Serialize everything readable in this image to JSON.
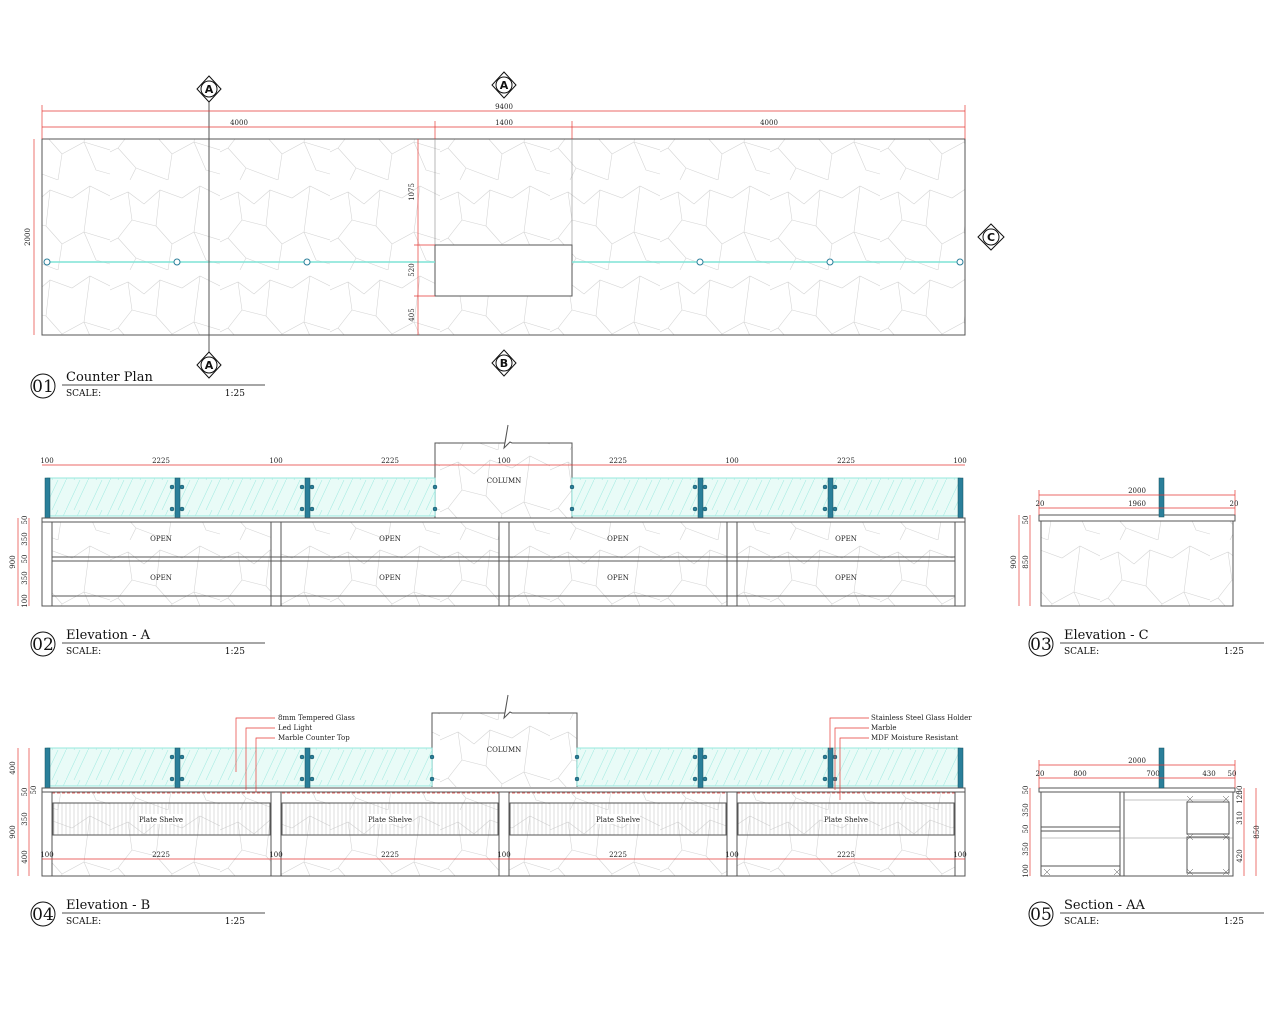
{
  "plan": {
    "title": "Counter Plan",
    "number": "01",
    "scale_label": "SCALE:",
    "scale": "1:25",
    "dims": {
      "total": "9400",
      "left": "4000",
      "middle": "1400",
      "right": "4000",
      "depth": "2000",
      "d1": "1075",
      "d2": "520",
      "d3": "405"
    },
    "markers": {
      "a_top_left": "A",
      "a_top_mid": "A",
      "a_bottom_left": "A",
      "b_bottom": "B",
      "c_right": "C"
    }
  },
  "elev_a": {
    "title": "Elevation - A",
    "number": "02",
    "scale_label": "SCALE:",
    "scale": "1:25",
    "top_dims": [
      "100",
      "2225",
      "100",
      "2225",
      "100",
      "2225",
      "100",
      "2225",
      "100"
    ],
    "side_dims": [
      "50",
      "350",
      "50",
      "350",
      "100"
    ],
    "height": "900",
    "column": "COLUMN",
    "cells": [
      "OPEN",
      "OPEN",
      "OPEN",
      "OPEN",
      "OPEN",
      "OPEN",
      "OPEN",
      "OPEN"
    ]
  },
  "elev_c": {
    "title": "Elevation - C",
    "number": "03",
    "scale_label": "SCALE:",
    "scale": "1:25",
    "dims": {
      "total": "2000",
      "left": "20",
      "mid": "1960",
      "right": "20",
      "h_top": "50",
      "h_body": "850",
      "height": "900"
    }
  },
  "elev_b": {
    "title": "Elevation - B",
    "number": "04",
    "scale_label": "SCALE:",
    "scale": "1:25",
    "column": "COLUMN",
    "callouts_left": [
      "8mm Tempered Glass",
      "Led Light",
      "Marble Counter Top"
    ],
    "callouts_right": [
      "Stainless Steel Glass Holder",
      "Marble",
      "MDF Moisture Resistant"
    ],
    "shelves": [
      "Plate Shelve",
      "Plate Shelve",
      "Plate Shelve",
      "Plate Shelve"
    ],
    "bottom_dims": [
      "100",
      "2225",
      "100",
      "2225",
      "100",
      "2225",
      "100",
      "2225",
      "100"
    ],
    "side_dims": [
      "400",
      "50",
      "50",
      "350",
      "400"
    ],
    "height": "900"
  },
  "section": {
    "title": "Section - AA",
    "number": "05",
    "scale_label": "SCALE:",
    "scale": "1:25",
    "dims": {
      "total": "2000",
      "w1": "20",
      "w2": "800",
      "w3": "700",
      "w4": "430",
      "w5": "50"
    },
    "left_dims": [
      "50",
      "350",
      "50",
      "350",
      "100"
    ],
    "right_dims": [
      "50",
      "120",
      "310",
      "420",
      "850"
    ]
  },
  "colors": {
    "dim_line": "#e53935",
    "glass": "#7fe3d6",
    "post": "#2a7f9a",
    "outline": "#555555"
  }
}
